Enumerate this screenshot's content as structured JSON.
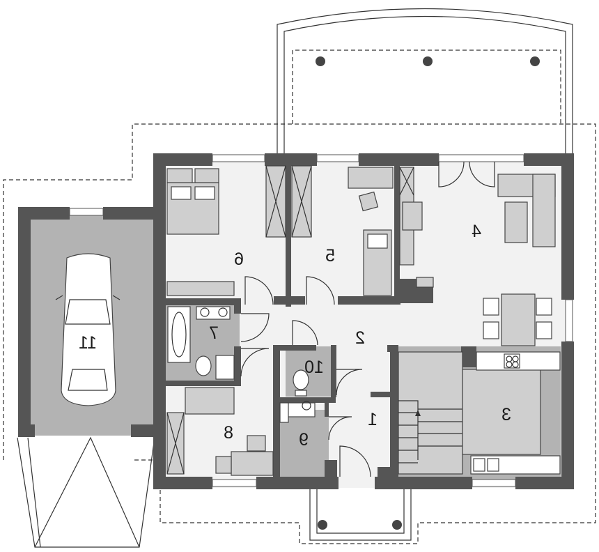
{
  "rooms": [
    {
      "id": "1",
      "label": "1"
    },
    {
      "id": "2",
      "label": "2"
    },
    {
      "id": "3",
      "label": "3"
    },
    {
      "id": "4",
      "label": "4"
    },
    {
      "id": "5",
      "label": "5"
    },
    {
      "id": "6",
      "label": "6"
    },
    {
      "id": "7",
      "label": "7"
    },
    {
      "id": "8",
      "label": "8"
    },
    {
      "id": "9",
      "label": "9"
    },
    {
      "id": "10",
      "label": "10"
    },
    {
      "id": "11",
      "label": "11"
    }
  ],
  "colors": {
    "wall": "#555555",
    "floor_light": "#f2f2f2",
    "floor_grey": "#b3b3b3",
    "furniture": "#cfcfcf"
  }
}
